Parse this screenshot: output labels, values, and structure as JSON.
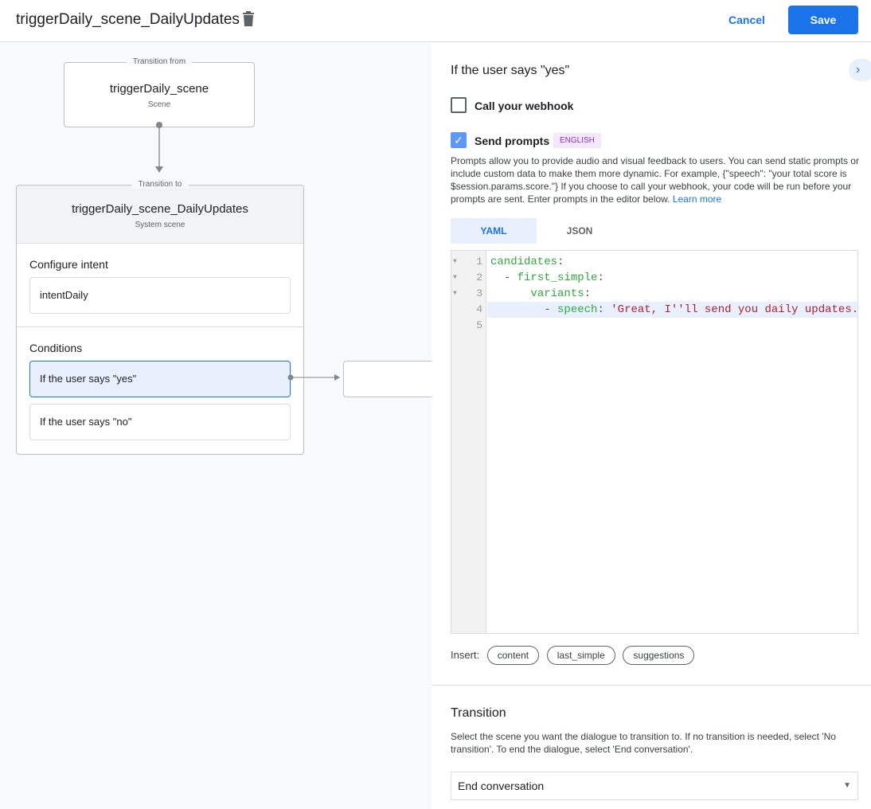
{
  "header": {
    "title": "triggerDaily_scene_DailyUpdates",
    "cancel": "Cancel",
    "save": "Save"
  },
  "canvas": {
    "from": {
      "legend": "Transition from",
      "name": "triggerDaily_scene",
      "type": "Scene"
    },
    "to": {
      "legend": "Transition to",
      "name": "triggerDaily_scene_DailyUpdates",
      "type": "System scene",
      "intent_heading": "Configure intent",
      "intent": "intentDaily",
      "conditions_heading": "Conditions",
      "conditions": [
        "If the user says \"yes\"",
        "If the user says \"no\""
      ]
    }
  },
  "panel": {
    "heading": "If the user says \"yes\"",
    "webhook_label": "Call your webhook",
    "webhook_checked": false,
    "prompts_label": "Send prompts",
    "prompts_checked": true,
    "lang_badge": "ENGLISH",
    "description": "Prompts allow you to provide audio and visual feedback to users. You can send static prompts or include custom data to make them more dynamic. For example, {\"speech\": \"your total score is $session.params.score.\"} If you choose to call your webhook, your code will be run before your prompts are sent. Enter prompts in the editor below.",
    "learn_more": "Learn more",
    "tabs": [
      "YAML",
      "JSON"
    ],
    "active_tab": "YAML",
    "code_lines": [
      "1",
      "2",
      "3",
      "4",
      "5"
    ],
    "code": {
      "l1k": "candidates",
      "l2k": "first_simple",
      "l3k": "variants",
      "l4k": "speech",
      "l4v": "'Great, I''ll send you daily updates.'",
      "colon": ":",
      "dash": "-"
    },
    "insert_label": "Insert:",
    "insert_chips": [
      "content",
      "last_simple",
      "suggestions"
    ],
    "transition_heading": "Transition",
    "transition_desc": "Select the scene you want the dialogue to transition to. If no transition is needed, select 'No transition'. To end the dialogue, select 'End conversation'.",
    "transition_value": "End conversation"
  },
  "colors": {
    "accent": "#1a73e8",
    "badge_bg": "#f3e8fd",
    "badge_text": "#8430ce"
  }
}
